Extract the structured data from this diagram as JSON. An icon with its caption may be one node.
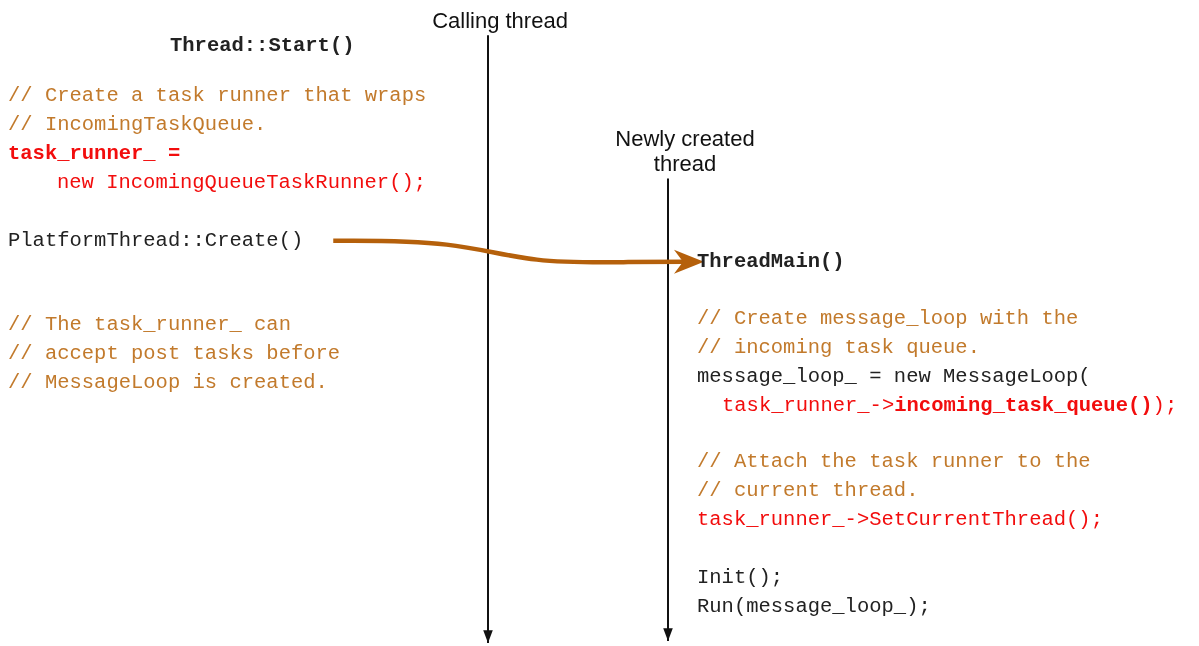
{
  "diagram": {
    "nodes": [
      {
        "text": [
          "Calling thread"
        ]
      },
      {
        "text": [
          "Newly created thread"
        ]
      },
      {
        "text": [
          "PlatformThread::Create()"
        ]
      },
      {
        "text": [
          "ThreadMain()"
        ]
      }
    ],
    "edges": [
      {
        "from": 0,
        "to": null,
        "arrow": "to"
      },
      {
        "from": 1,
        "to": null,
        "arrow": "to"
      },
      {
        "from": 2,
        "to": 3,
        "arrow": "to",
        "style": "thick",
        "color": "#b5600b"
      }
    ],
    "labels": [
      "Thread::Start()",
      "// Create a task runner that wraps",
      "// IncomingTaskQueue.",
      "task_runner_ =",
      "new IncomingQueueTaskRunner();",
      "// The task_runner_ can",
      "// accept post tasks before",
      "// MessageLoop is created.",
      "// Create message_loop with the",
      "// incoming task queue.",
      "message_loop_ = new MessageLoop(",
      "task_runner_->**incoming_task_queue()**);",
      "// Attach the task runner to the",
      "// current thread.",
      "task_runner_->SetCurrentThread();",
      "Init();",
      "Run(message_loop_);"
    ]
  }
}
